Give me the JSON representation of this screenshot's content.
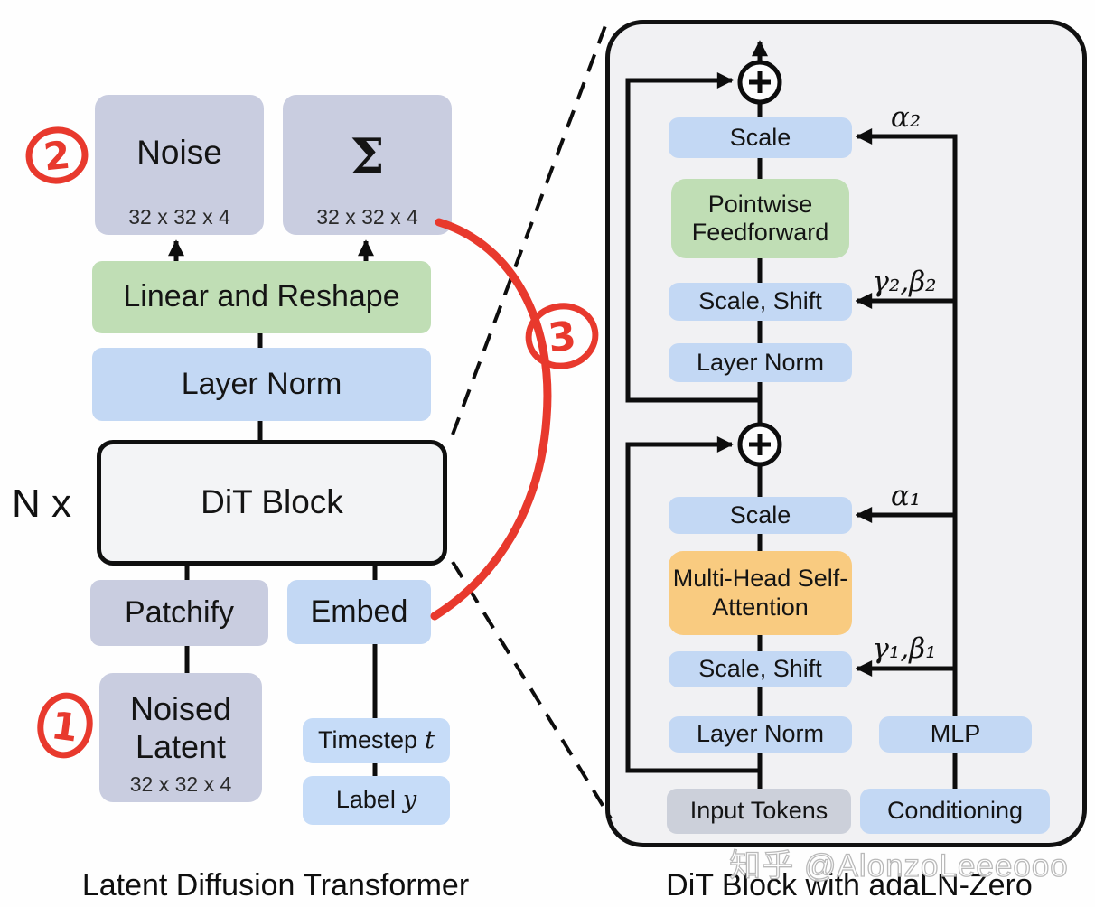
{
  "figure": {
    "left": {
      "noise_label": "Noise",
      "noise_dims": "32 x 32 x 4",
      "sigma_label": "Σ",
      "sigma_dims": "32 x 32 x 4",
      "linear_reshape": "Linear and Reshape",
      "layer_norm": "Layer Norm",
      "repeat_label": "N x",
      "dit_block": "DiT Block",
      "patchify": "Patchify",
      "embed": "Embed",
      "noised_latent": "Noised Latent",
      "noised_latent_dims": "32 x 32 x 4",
      "timestep_label": "Timestep",
      "timestep_var": "t",
      "class_label": "Label",
      "class_var": "y",
      "caption": "Latent Diffusion Transformer"
    },
    "right": {
      "scale_top": "Scale",
      "pointwise_feedforward": "Pointwise Feedforward",
      "scale_shift_top": "Scale, Shift",
      "layer_norm_top": "Layer Norm",
      "alpha_2": "α₂",
      "gamma_beta_2": "γ₂,β₂",
      "scale_bottom": "Scale",
      "mhsa": "Multi-Head Self-Attention",
      "scale_shift_bottom": "Scale, Shift",
      "layer_norm_bottom": "Layer Norm",
      "alpha_1": "α₁",
      "gamma_beta_1": "γ₁,β₁",
      "mlp": "MLP",
      "input_tokens": "Input Tokens",
      "conditioning": "Conditioning",
      "caption": "DiT Block with adaLN-Zero"
    },
    "annotations": {
      "step_1": "1",
      "step_2": "2",
      "step_3": "3"
    },
    "watermark": "知乎 @AlonzoLeeeooo",
    "colors": {
      "blue": "#c3d8f4",
      "green": "#c0deb5",
      "orange": "#f9cb80",
      "gray": "#c9cde0",
      "annotation_red": "#e8392d",
      "panel_bg": "#f1f1f3",
      "line_black": "#0d0d0d"
    }
  }
}
